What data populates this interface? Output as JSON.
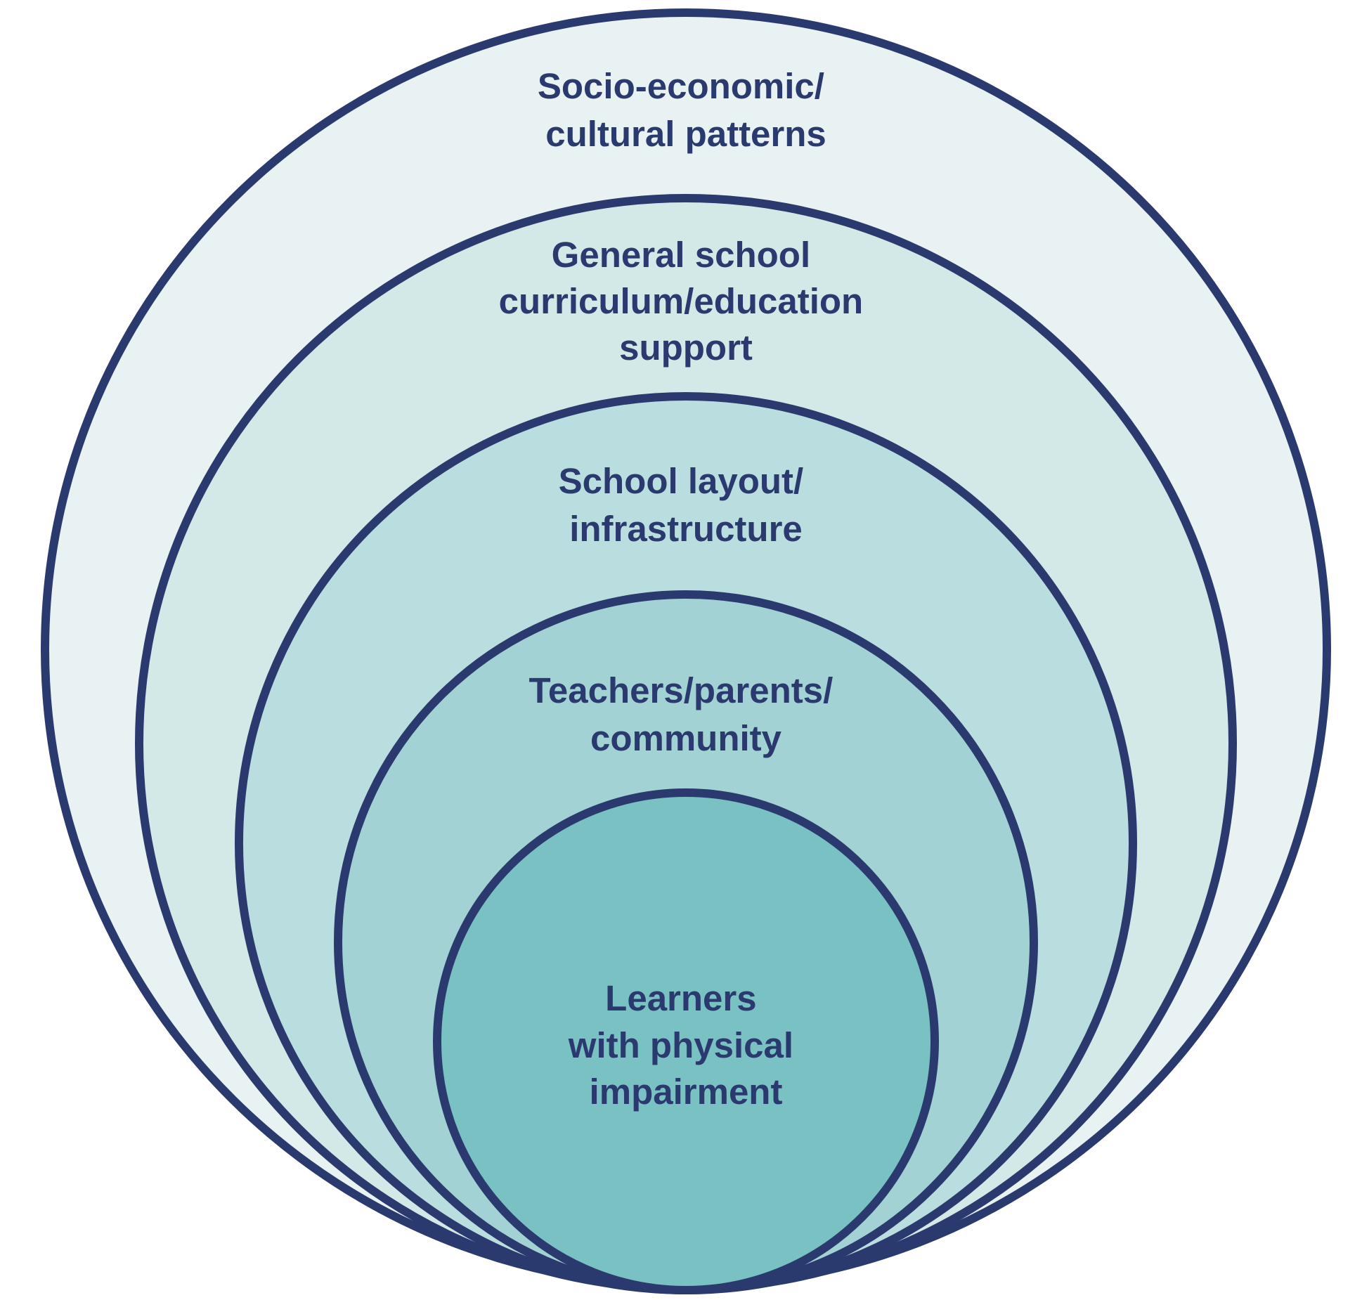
{
  "diagram": {
    "stroke_color": "#2b3a6e",
    "text_color": "#2b3a6e",
    "rings": [
      {
        "id": "socio-economic",
        "fill": "#e8f2f2",
        "lines": [
          "Socio-economic/",
          "cultural patterns"
        ]
      },
      {
        "id": "general-school",
        "fill": "#d3e9e8",
        "lines": [
          "General school",
          "curriculum/education",
          "support"
        ]
      },
      {
        "id": "school-layout",
        "fill": "#badedf",
        "lines": [
          "School layout/",
          "infrastructure"
        ]
      },
      {
        "id": "teachers-parents",
        "fill": "#a2d2d4",
        "lines": [
          "Teachers/parents/",
          "community"
        ]
      },
      {
        "id": "learners",
        "fill": "#79c1c3",
        "lines": [
          "Learners",
          "with physical",
          "impairment"
        ]
      }
    ]
  }
}
